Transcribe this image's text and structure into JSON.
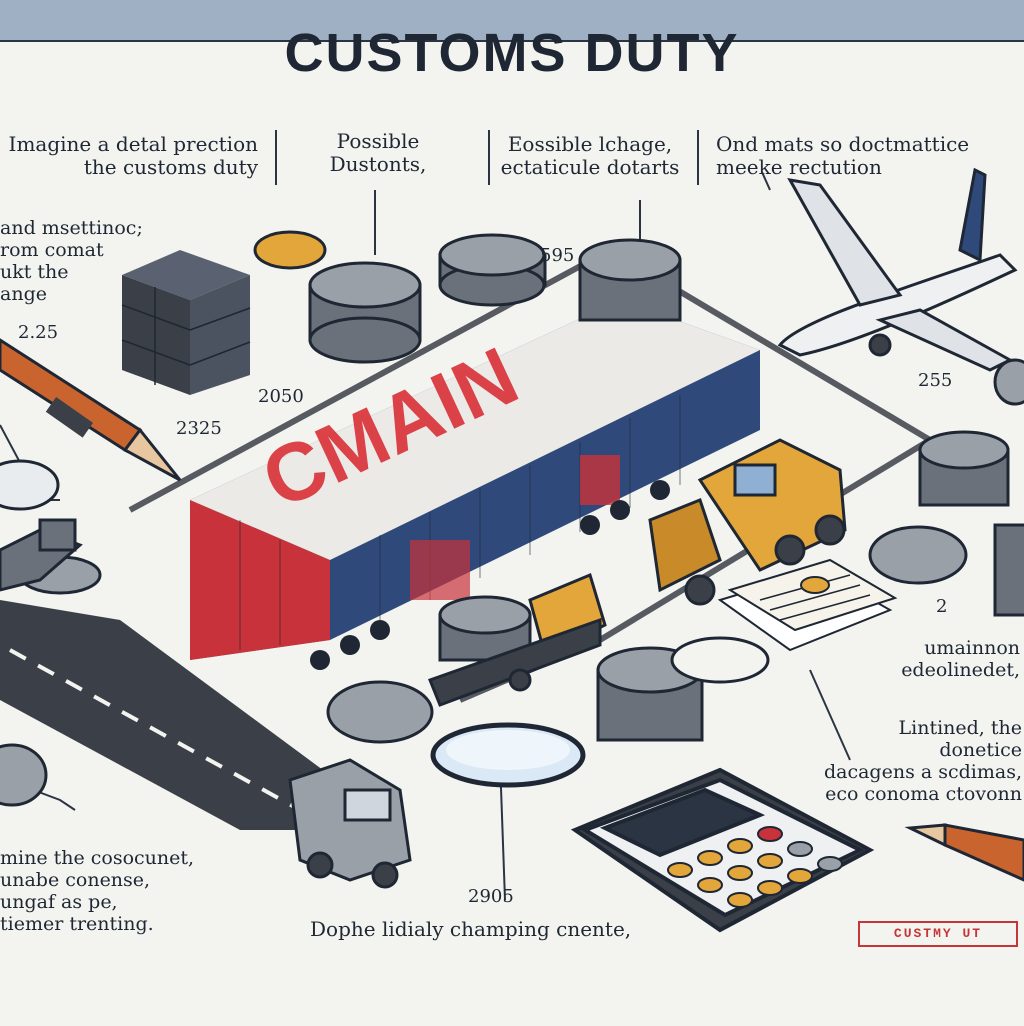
{
  "title": "CUSTOMS DUTY",
  "header_columns": [
    "Imagine a detal prection\nthe customs duty",
    "Possible\nDustonts,",
    "Eossible lchage,\nectaticule dotarts",
    "Ond mats so doctmattice\nmeeke rectution"
  ],
  "notes": {
    "left_top": "and msettinoc;\nrom comat\nukt the\nange",
    "bottom_left": "mine the cosocunet,\nunabe conense,\nungaf as pe,\ntiemer trenting.",
    "bottom_center": "Dophe lidialy champing cnente,",
    "right_mid": "umainnon\nedeolinedet,",
    "right_lower": "Lintined, the donetice\ndacagens a scdimas,\neco conoma ctovonn"
  },
  "numbers": {
    "n1": "2.25",
    "n2": "2050",
    "n3": "2325",
    "n4": "595",
    "n5": "255",
    "n6": "2",
    "n7": "2905"
  },
  "container_label": "CMAIN",
  "stamp": "CUSTMY UT",
  "colors": {
    "container_red": "#c8323a",
    "container_blue": "#2f4a7a",
    "truck_yellow": "#e3a63a",
    "road": "#3b4048",
    "coin": "#9aa0a8",
    "stamp_red": "#c73636"
  },
  "icons": [
    "coin-icon",
    "airplane-icon",
    "truck-icon",
    "calculator-icon",
    "pencil-icon",
    "magnifier-icon",
    "document-icon"
  ]
}
